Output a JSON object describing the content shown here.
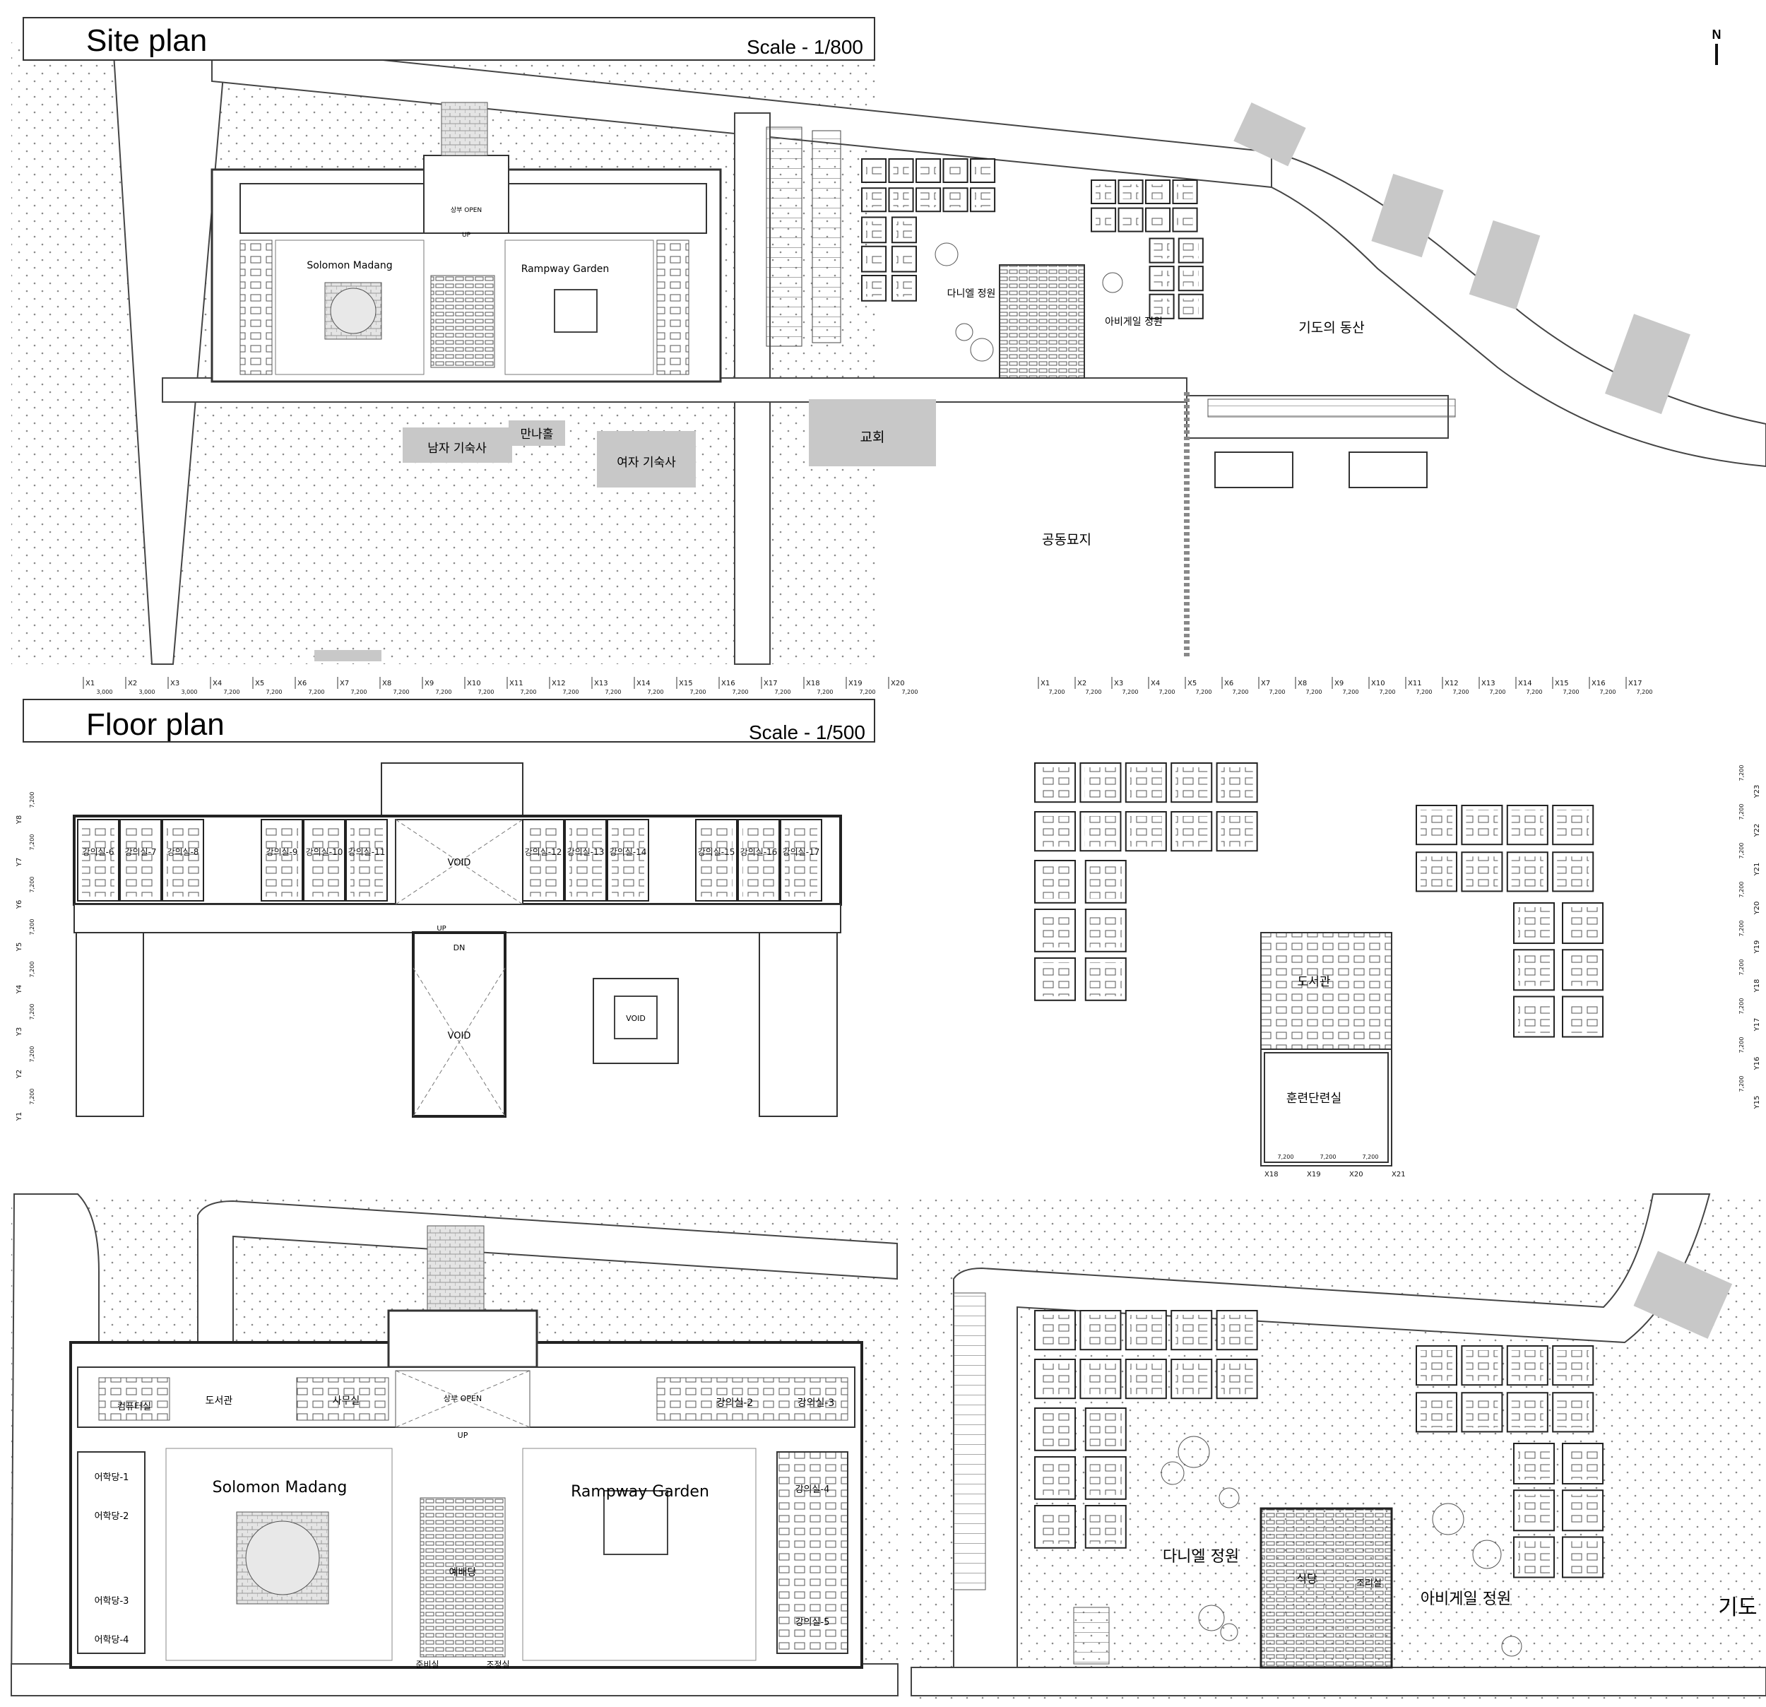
{
  "site_plan": {
    "title": "Site plan",
    "scale": "Scale - 1/800",
    "north": "N",
    "labels": {
      "solomon": "Solomon Madang",
      "rampway": "Rampway Garden",
      "daniel": "다니엘 정원",
      "abigail": "아비게일 정원",
      "prayer_hill": "기도의 동산",
      "men_dorm": "남자 기숙사",
      "meeting_hall": "만나홀",
      "women_dorm": "여자 기숙사",
      "church": "교회",
      "cemetery": "공동묘지",
      "upper_open": "상부 OPEN",
      "up": "UP"
    }
  },
  "floor_plan": {
    "title": "Floor plan",
    "scale": "Scale -  1/500",
    "grid_x_left": [
      "X1",
      "X2",
      "X3",
      "X4",
      "X5",
      "X6",
      "X7",
      "X8",
      "X9",
      "X10",
      "X11",
      "X12",
      "X13",
      "X14",
      "X15",
      "X16",
      "X17",
      "X18",
      "X19",
      "X20"
    ],
    "grid_x_right_top": [
      "X1",
      "X2",
      "X3",
      "X4",
      "X5",
      "X6",
      "X7",
      "X8",
      "X9",
      "X10",
      "X11",
      "X12",
      "X13",
      "X14",
      "X15",
      "X16",
      "X17"
    ],
    "grid_x_library": [
      "X18",
      "X19",
      "X20",
      "X21"
    ],
    "grid_y_left": [
      "Y1",
      "Y2",
      "Y3",
      "Y4",
      "Y5",
      "Y6",
      "Y7",
      "Y8"
    ],
    "grid_y_right": [
      "Y15",
      "Y16",
      "Y17",
      "Y18",
      "Y19",
      "Y20",
      "Y21",
      "Y22",
      "Y23"
    ],
    "dims": {
      "a": "7,200",
      "b": "3,000"
    },
    "lecture_rooms": [
      "강의실-6",
      "강의실-7",
      "강의실-8",
      "강의실-9",
      "강의실-10",
      "강의실-11",
      "강의실-12",
      "강의실-13",
      "강의실-14",
      "강의실-15",
      "강의실-16",
      "강의실-17"
    ],
    "labels": {
      "void": "VOID",
      "dn": "DN",
      "up": "UP",
      "library": "도서관",
      "training": "훈련단련실"
    }
  },
  "detail_left": {
    "labels": {
      "solomon": "Solomon Madang",
      "rampway": "Rampway Garden",
      "upper_open": "상부 OPEN",
      "up": "UP",
      "chapel": "예배당",
      "prep": "준비실",
      "control": "조정실",
      "library": "도서관",
      "office": "사무실",
      "computer": "컴퓨터실",
      "lecture2": "강의실-2",
      "lecture3": "강의실-3",
      "lecture4": "강의실-4",
      "lecture5": "강의실-5",
      "seminar1": "어학당-1",
      "seminar2": "어학당-2",
      "seminar3": "어학당-3",
      "seminar4": "어학당-4"
    }
  },
  "detail_right": {
    "labels": {
      "daniel": "다니엘 정원",
      "abigail": "아비게일 정원",
      "cafeteria": "식당",
      "kitchen": "조리실",
      "prayer_partial": "기도"
    }
  },
  "colors": {
    "line": "#333333",
    "building": "#c8c8c8",
    "text": "#111111"
  }
}
